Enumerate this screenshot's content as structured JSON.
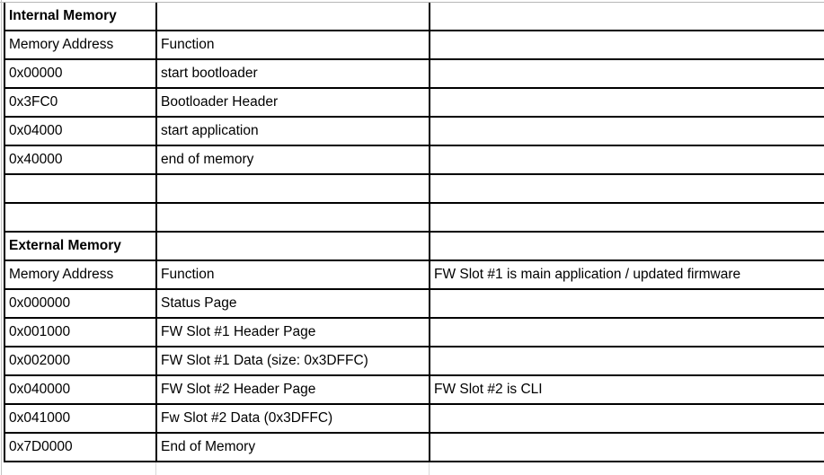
{
  "view": {
    "kind": "spreadsheet-memory-map",
    "background": "#ffffff"
  },
  "colors": {
    "cell_border": "#000000",
    "gridline": "#b7b7b7",
    "gridline_light": "#d9d9d9",
    "text": "#000000"
  },
  "table": {
    "columns": [
      {
        "name": "memory-address"
      },
      {
        "name": "function"
      },
      {
        "name": "notes"
      }
    ],
    "rows": [
      {
        "type": "section-header",
        "cells": [
          "Internal Memory",
          "",
          ""
        ]
      },
      {
        "type": "column-header",
        "cells": [
          "Memory Address",
          "Function",
          ""
        ]
      },
      {
        "type": "data",
        "cells": [
          "0x00000",
          "start bootloader",
          ""
        ]
      },
      {
        "type": "data",
        "cells": [
          "0x3FC0",
          "Bootloader Header",
          ""
        ]
      },
      {
        "type": "data",
        "cells": [
          "0x04000",
          "start application",
          ""
        ]
      },
      {
        "type": "data",
        "cells": [
          "0x40000",
          "end of memory",
          ""
        ]
      },
      {
        "type": "empty",
        "cells": [
          "",
          "",
          ""
        ]
      },
      {
        "type": "empty",
        "cells": [
          "",
          "",
          ""
        ]
      },
      {
        "type": "section-header",
        "cells": [
          "External Memory",
          "",
          ""
        ]
      },
      {
        "type": "column-header",
        "cells": [
          "Memory Address",
          "Function",
          "FW Slot #1 is main application / updated firmware"
        ]
      },
      {
        "type": "data",
        "cells": [
          "0x000000",
          "Status Page",
          ""
        ]
      },
      {
        "type": "data",
        "cells": [
          "0x001000",
          "FW Slot #1 Header Page",
          ""
        ]
      },
      {
        "type": "data",
        "cells": [
          "0x002000",
          "FW Slot #1 Data (size: 0x3DFFC)",
          ""
        ]
      },
      {
        "type": "data",
        "cells": [
          "0x040000",
          "FW Slot #2 Header Page",
          "FW Slot #2 is CLI"
        ]
      },
      {
        "type": "data",
        "cells": [
          "0x041000",
          "Fw Slot #2 Data (0x3DFFC)",
          ""
        ]
      },
      {
        "type": "data",
        "cells": [
          "0x7D0000",
          "End of Memory",
          ""
        ]
      }
    ]
  }
}
